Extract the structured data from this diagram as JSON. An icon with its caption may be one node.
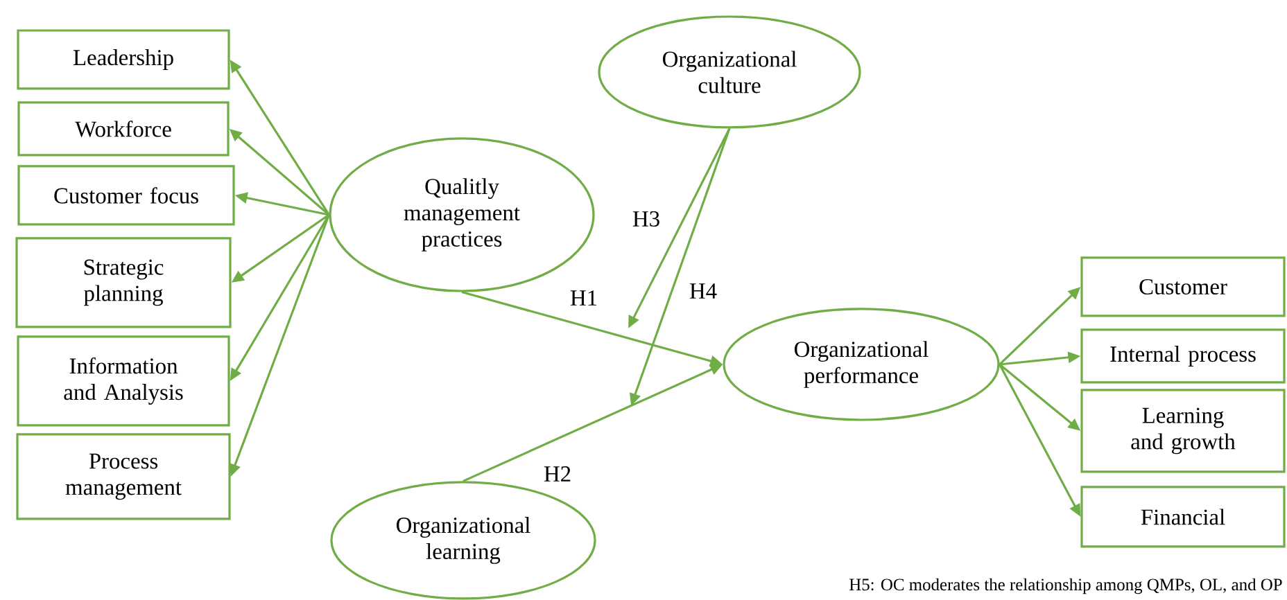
{
  "diagram": {
    "nodes": [
      {
        "text": [
          "Leadership"
        ]
      },
      {
        "text": [
          "Workforce"
        ]
      },
      {
        "text": [
          "Customer focus"
        ]
      },
      {
        "text": [
          "Strategic planning"
        ]
      },
      {
        "text": [
          "Information and Analysis"
        ]
      },
      {
        "text": [
          "Process management"
        ]
      },
      {
        "text": [
          "Qualitly management practices"
        ]
      },
      {
        "text": [
          "Organizational culture"
        ]
      },
      {
        "text": [
          "Organizational performance"
        ]
      },
      {
        "text": [
          "Organizational learning"
        ]
      },
      {
        "text": [
          "Customer"
        ]
      },
      {
        "text": [
          "Internal process"
        ]
      },
      {
        "text": [
          "Learning and growth"
        ]
      },
      {
        "text": [
          "Financial"
        ]
      }
    ],
    "edges": [
      {
        "from": 6,
        "to": 0,
        "arrow": "to"
      },
      {
        "from": 6,
        "to": 1,
        "arrow": "to"
      },
      {
        "from": 6,
        "to": 2,
        "arrow": "to"
      },
      {
        "from": 6,
        "to": 3,
        "arrow": "to"
      },
      {
        "from": 6,
        "to": 4,
        "arrow": "to"
      },
      {
        "from": 6,
        "to": 5,
        "arrow": "to"
      },
      {
        "from": 6,
        "to": 8,
        "arrow": "to",
        "label": "H1"
      },
      {
        "from": 9,
        "to": 8,
        "arrow": "to",
        "label": "H2"
      },
      {
        "from": 7,
        "to": null,
        "arrow": "to",
        "label": "H3"
      },
      {
        "from": 7,
        "to": null,
        "arrow": "to",
        "label": "H4"
      },
      {
        "from": 8,
        "to": 10,
        "arrow": "to"
      },
      {
        "from": 8,
        "to": 11,
        "arrow": "to"
      },
      {
        "from": 8,
        "to": 12,
        "arrow": "to"
      },
      {
        "from": 8,
        "to": 13,
        "arrow": "to"
      }
    ],
    "labels": [
      "H5: OC moderates the relationship among QMPs, OL, and OP"
    ]
  }
}
